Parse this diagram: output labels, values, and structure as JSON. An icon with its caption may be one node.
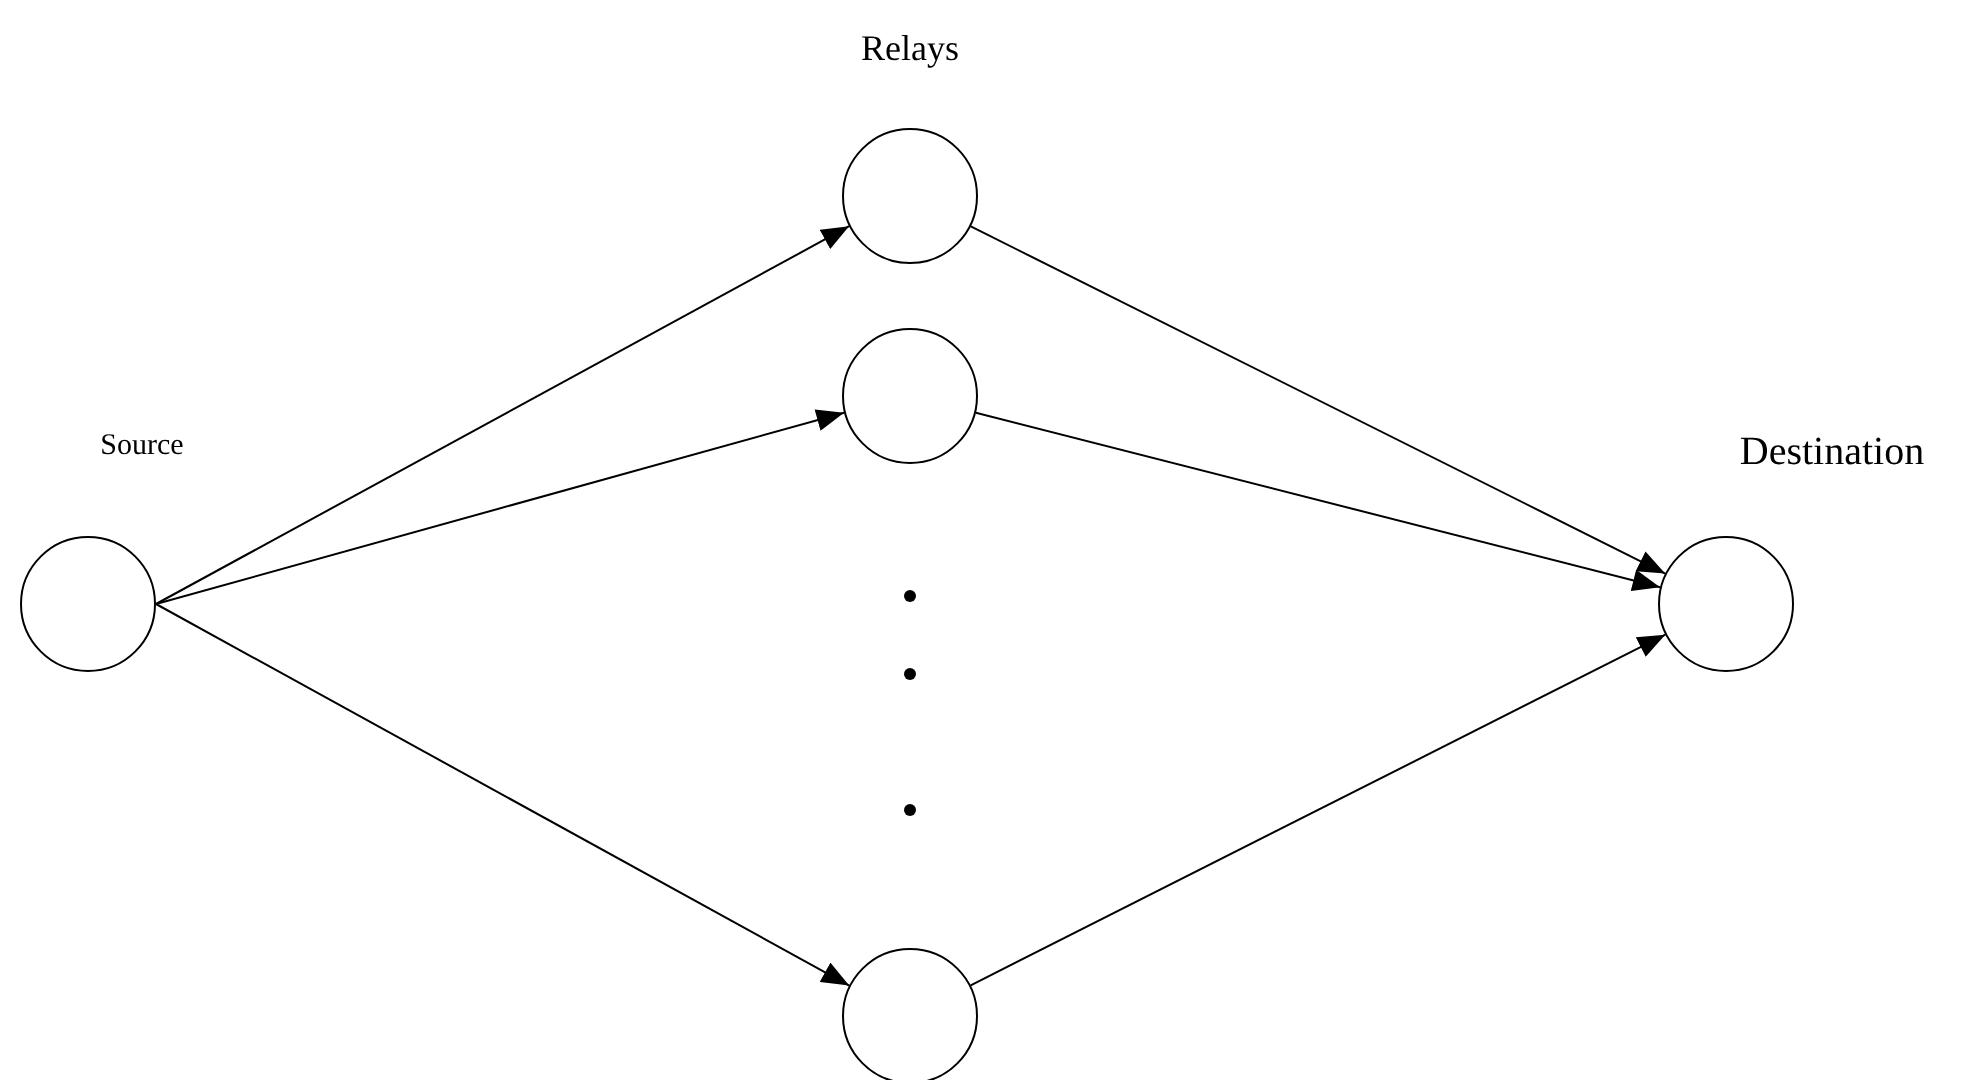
{
  "diagram": {
    "nodes": [
      {
        "text": [
          "Source"
        ]
      },
      {
        "text": [],
        "shape": "circle"
      },
      {
        "text": [],
        "shape": "circle"
      },
      {
        "text": [],
        "shape": "circle"
      },
      {
        "text": [
          "Destination"
        ]
      }
    ],
    "edges": [
      {
        "from": 0,
        "to": 1,
        "arrow": "to"
      },
      {
        "from": 0,
        "to": 2,
        "arrow": "to"
      },
      {
        "from": 0,
        "to": 3,
        "arrow": "to"
      },
      {
        "from": 1,
        "to": 4,
        "arrow": "to"
      },
      {
        "from": 2,
        "to": 4,
        "arrow": "to"
      },
      {
        "from": 3,
        "to": 4,
        "arrow": "to"
      }
    ],
    "labels": [
      "Relays"
    ]
  }
}
